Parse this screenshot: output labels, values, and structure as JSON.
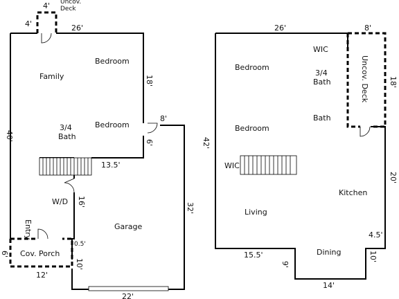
{
  "left_plan": {
    "uncov_deck_top": "Uncov.\nDeck",
    "rooms": {
      "family": "Family",
      "bedroom1": "Bedroom",
      "bedroom2": "Bedroom",
      "bath_line1": "3/4",
      "bath_line2": "Bath",
      "wd": "W/D",
      "entry": "Entry",
      "garage": "Garage",
      "cov_porch": "Cov. Porch"
    },
    "dims": {
      "d4_top": "4'",
      "d4_left": "4'",
      "d26": "26'",
      "d18": "18'",
      "d40": "40'",
      "d8": "8'",
      "d6": "6'",
      "d13_5": "13.5'",
      "d16": "16'",
      "d32": "32'",
      "d0_5": "0.5'",
      "d10": "10'",
      "d6_porch": "6'",
      "d12": "12'",
      "d22": "22'"
    }
  },
  "right_plan": {
    "rooms": {
      "bedroom1": "Bedroom",
      "bedroom2": "Bedroom",
      "wic_top": "WIC",
      "wic_left": "WIC",
      "bath34_line1": "3/4",
      "bath34_line2": "Bath",
      "bath": "Bath",
      "uncov_deck": "Uncov. Deck",
      "kitchen": "Kitchen",
      "living": "Living",
      "dining": "Dining"
    },
    "dims": {
      "d26": "26'",
      "d8": "8'",
      "d18": "18'",
      "d42": "42'",
      "d20": "20'",
      "d4_5": "4.5'",
      "d10": "10'",
      "d15_5": "15.5'",
      "d9": "9'",
      "d14": "14'"
    }
  }
}
